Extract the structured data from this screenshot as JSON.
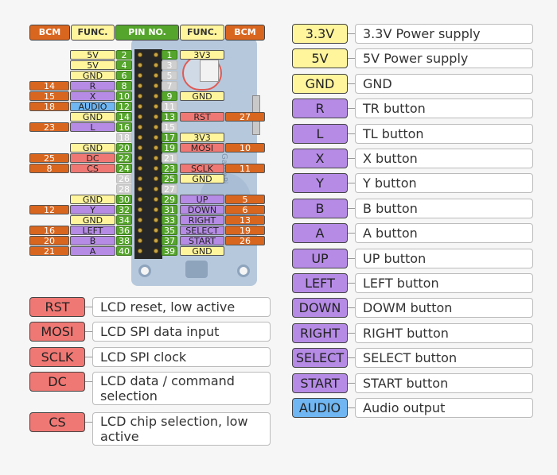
{
  "colors": {
    "bcm": "#d9661f",
    "func": "#fff59d",
    "pin_left": "#55a52c",
    "pin_right": "#55a52c",
    "gray_pin": "#cfcfcf",
    "board": "#b6c8dc",
    "lcd": "#f07874",
    "button": "#b58be6",
    "power": "#fff59d",
    "audio": "#6fb6f2"
  },
  "header": {
    "bcm_left": "BCM",
    "func_left": "FUNC.",
    "pin_no": "PIN NO.",
    "func_right": "FUNC.",
    "bcm_right": "BCM"
  },
  "pins": [
    {
      "l": {
        "pin": "2",
        "func": "5V",
        "bcm": ""
      },
      "r": {
        "pin": "1",
        "func": "3V3",
        "bcm": ""
      }
    },
    {
      "l": {
        "pin": "4",
        "func": "5V",
        "bcm": ""
      },
      "r": {
        "pin": "3",
        "func": "",
        "bcm": ""
      }
    },
    {
      "l": {
        "pin": "6",
        "func": "GND",
        "bcm": ""
      },
      "r": {
        "pin": "5",
        "func": "",
        "bcm": ""
      }
    },
    {
      "l": {
        "pin": "8",
        "func": "R",
        "bcm": "14"
      },
      "r": {
        "pin": "7",
        "func": "",
        "bcm": ""
      }
    },
    {
      "l": {
        "pin": "10",
        "func": "X",
        "bcm": "15"
      },
      "r": {
        "pin": "9",
        "func": "GND",
        "bcm": ""
      }
    },
    {
      "l": {
        "pin": "12",
        "func": "AUDIO",
        "bcm": "18"
      },
      "r": {
        "pin": "11",
        "func": "",
        "bcm": ""
      }
    },
    {
      "l": {
        "pin": "14",
        "func": "GND",
        "bcm": ""
      },
      "r": {
        "pin": "13",
        "func": "RST",
        "bcm": "27"
      }
    },
    {
      "l": {
        "pin": "16",
        "func": "L",
        "bcm": "23"
      },
      "r": {
        "pin": "15",
        "func": "",
        "bcm": ""
      }
    },
    {
      "l": {
        "pin": "18",
        "func": "",
        "bcm": ""
      },
      "r": {
        "pin": "17",
        "func": "3V3",
        "bcm": ""
      }
    },
    {
      "l": {
        "pin": "20",
        "func": "GND",
        "bcm": ""
      },
      "r": {
        "pin": "19",
        "func": "MOSI",
        "bcm": "10"
      }
    },
    {
      "l": {
        "pin": "22",
        "func": "DC",
        "bcm": "25"
      },
      "r": {
        "pin": "21",
        "func": "",
        "bcm": ""
      }
    },
    {
      "l": {
        "pin": "24",
        "func": "CS",
        "bcm": "8"
      },
      "r": {
        "pin": "23",
        "func": "SCLK",
        "bcm": "11"
      }
    },
    {
      "l": {
        "pin": "26",
        "func": "",
        "bcm": ""
      },
      "r": {
        "pin": "25",
        "func": "GND",
        "bcm": ""
      }
    },
    {
      "l": {
        "pin": "28",
        "func": "",
        "bcm": ""
      },
      "r": {
        "pin": "27",
        "func": "",
        "bcm": ""
      }
    },
    {
      "l": {
        "pin": "30",
        "func": "GND",
        "bcm": ""
      },
      "r": {
        "pin": "29",
        "func": "UP",
        "bcm": "5"
      }
    },
    {
      "l": {
        "pin": "32",
        "func": "Y",
        "bcm": "12"
      },
      "r": {
        "pin": "31",
        "func": "DOWN",
        "bcm": "6"
      }
    },
    {
      "l": {
        "pin": "34",
        "func": "GND",
        "bcm": ""
      },
      "r": {
        "pin": "33",
        "func": "RIGHT",
        "bcm": "13"
      }
    },
    {
      "l": {
        "pin": "36",
        "func": "LEFT",
        "bcm": "16"
      },
      "r": {
        "pin": "35",
        "func": "SELECT",
        "bcm": "19"
      }
    },
    {
      "l": {
        "pin": "38",
        "func": "B",
        "bcm": "20"
      },
      "r": {
        "pin": "37",
        "func": "START",
        "bcm": "26"
      }
    },
    {
      "l": {
        "pin": "40",
        "func": "A",
        "bcm": "21"
      },
      "r": {
        "pin": "39",
        "func": "GND",
        "bcm": ""
      }
    }
  ],
  "board_label": "GamePi",
  "legend_left": [
    {
      "label": "RST",
      "desc": [
        "LCD reset, low active"
      ]
    },
    {
      "label": "MOSI",
      "desc": [
        "LCD SPI data input"
      ]
    },
    {
      "label": "SCLK",
      "desc": [
        "LCD SPI clock"
      ]
    },
    {
      "label": "DC",
      "desc": [
        "LCD data / command",
        "selection"
      ]
    },
    {
      "label": "CS",
      "desc": [
        "LCD chip selection, low",
        "active"
      ]
    }
  ],
  "legend_right": [
    {
      "label": "3.3V",
      "desc": "3.3V Power supply"
    },
    {
      "label": "5V",
      "desc": "5V Power supply"
    },
    {
      "label": "GND",
      "desc": "GND"
    },
    {
      "label": "R",
      "desc": "TR button"
    },
    {
      "label": "L",
      "desc": "TL button"
    },
    {
      "label": "X",
      "desc": "X button"
    },
    {
      "label": "Y",
      "desc": "Y button"
    },
    {
      "label": "B",
      "desc": "B button"
    },
    {
      "label": "A",
      "desc": "A button"
    },
    {
      "label": "UP",
      "desc": "UP button"
    },
    {
      "label": "LEFT",
      "desc": "LEFT button"
    },
    {
      "label": "DOWN",
      "desc": "DOWM button"
    },
    {
      "label": "RIGHT",
      "desc": "RIGHT button"
    },
    {
      "label": "SELECT",
      "desc": "SELECT button"
    },
    {
      "label": "START",
      "desc": "START button"
    },
    {
      "label": "AUDIO",
      "desc": "Audio output"
    }
  ]
}
